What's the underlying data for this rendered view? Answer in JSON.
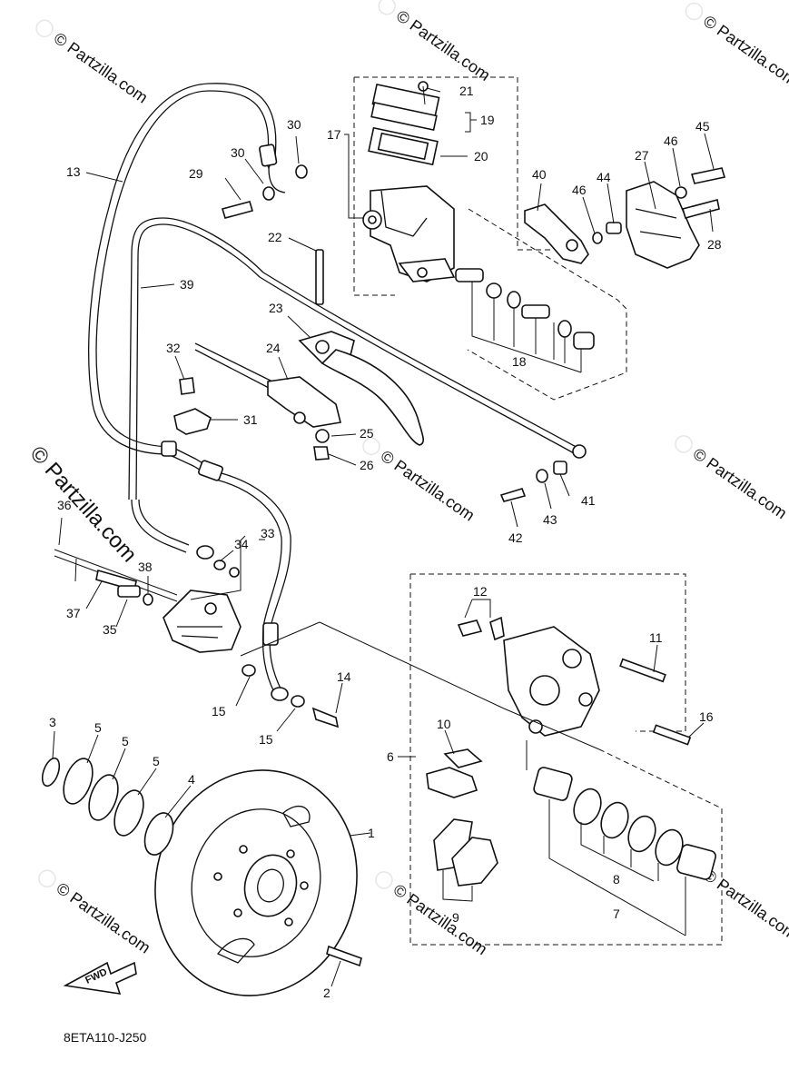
{
  "watermark": {
    "text": "© Partzilla.com",
    "side_text": "© Partzilla.com"
  },
  "figure_code": "8ETA110-J250",
  "fwd_label": "FWD",
  "callouts": [
    "1",
    "2",
    "3",
    "4",
    "5",
    "5",
    "5",
    "6",
    "7",
    "8",
    "9",
    "10",
    "11",
    "12",
    "13",
    "14",
    "15",
    "15",
    "16",
    "17",
    "18",
    "19",
    "20",
    "21",
    "22",
    "23",
    "24",
    "25",
    "26",
    "27",
    "28",
    "29",
    "30",
    "30",
    "31",
    "32",
    "33",
    "34",
    "35",
    "36",
    "37",
    "38",
    "39",
    "40",
    "41",
    "42",
    "43",
    "44",
    "45",
    "46",
    "46"
  ]
}
